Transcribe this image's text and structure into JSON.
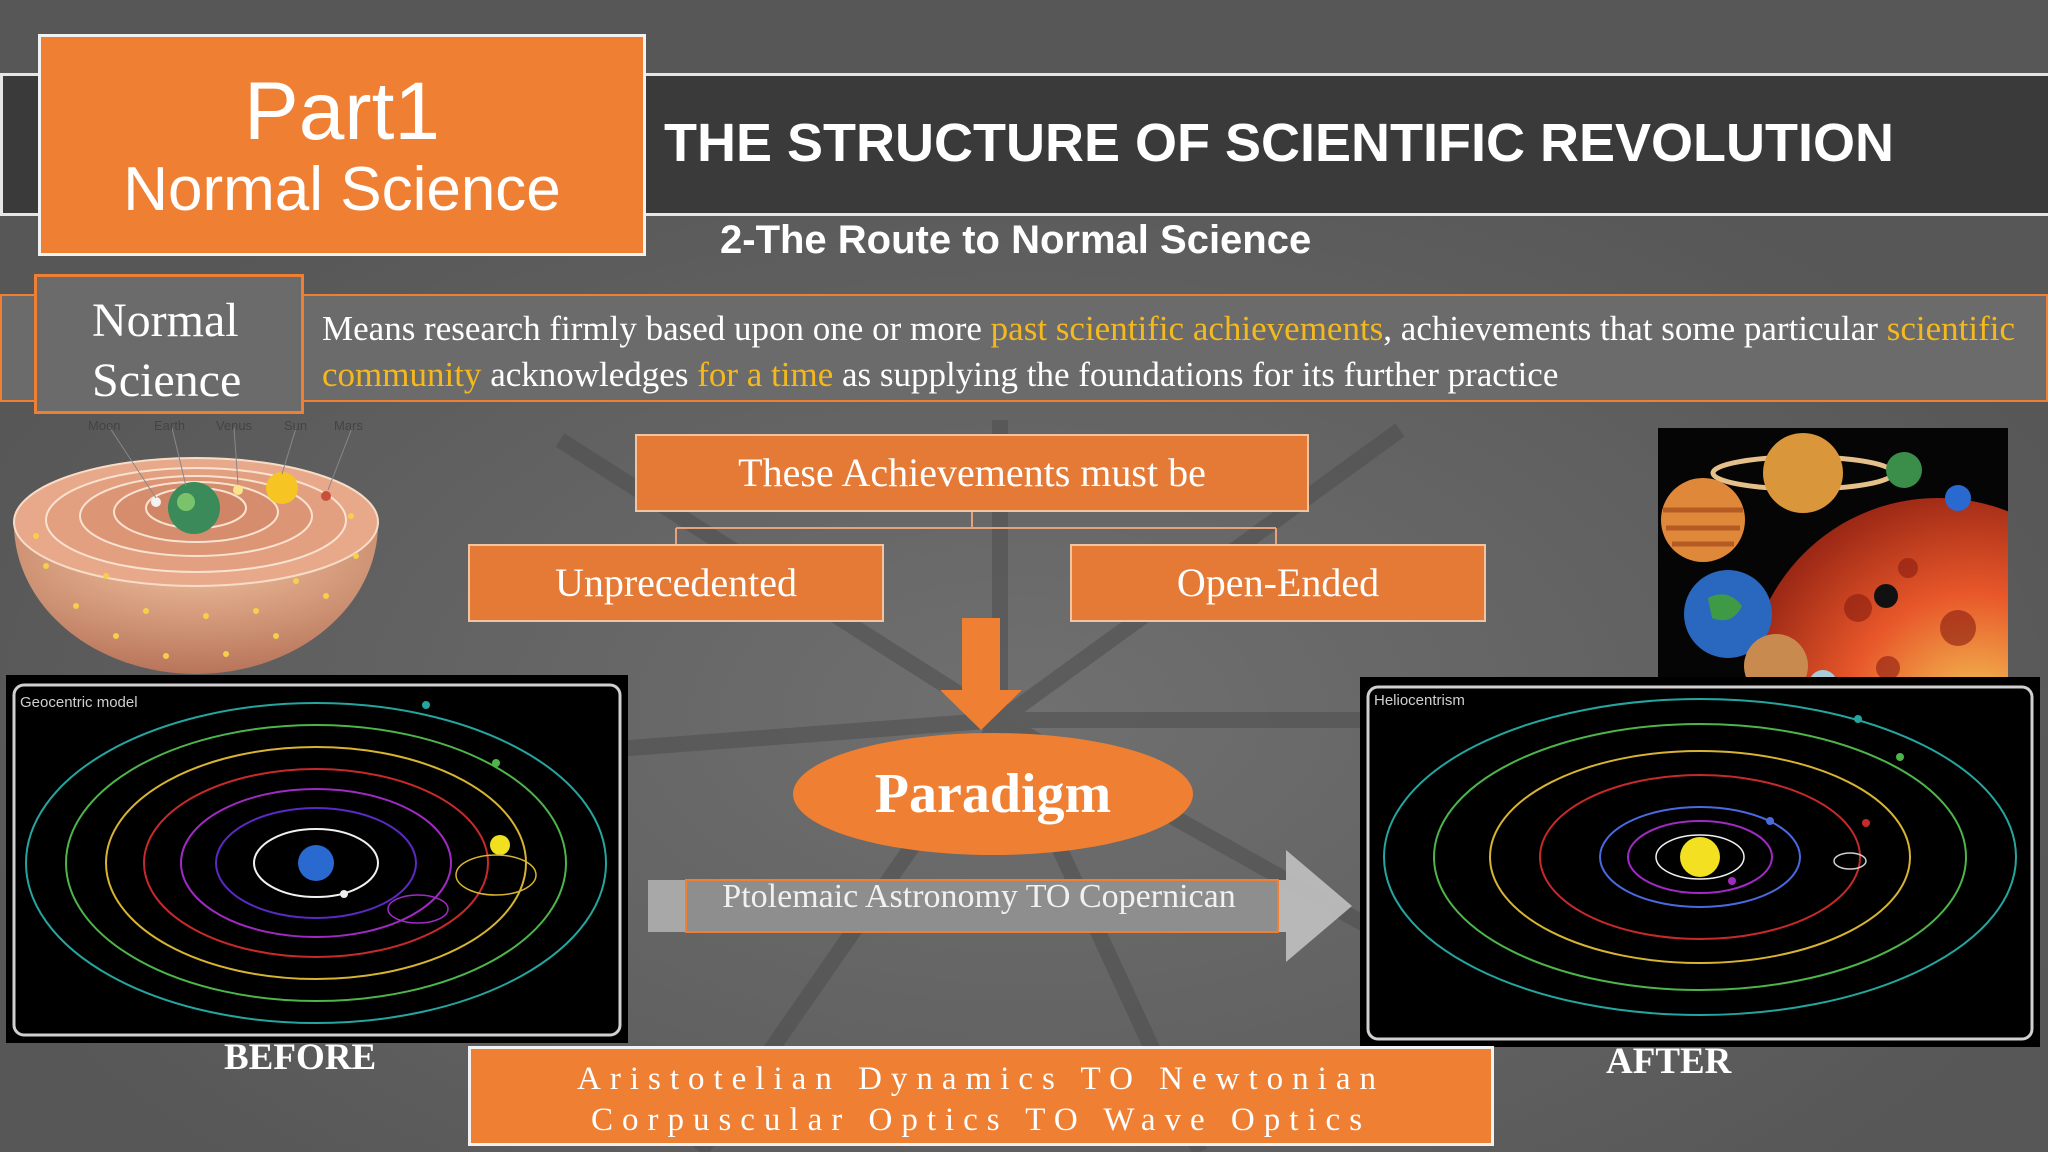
{
  "header": {
    "part_number": "Part1",
    "part_title": "Normal Science",
    "title": "THE STRUCTURE OF SCIENTIFIC REVOLUTION",
    "subtitle": "2-The Route to Normal Science"
  },
  "definition": {
    "term_line1": "Normal",
    "term_line2": "Science",
    "segments": [
      {
        "text": "Means research firmly based upon one or more ",
        "highlight": false
      },
      {
        "text": "past scientific achievements",
        "highlight": true
      },
      {
        "text": ", achievements that some particular ",
        "highlight": false
      },
      {
        "text": "scientific community",
        "highlight": true
      },
      {
        "text": " acknowledges ",
        "highlight": false
      },
      {
        "text": "for a time",
        "highlight": true
      },
      {
        "text": " as supplying the foundations for its further practice",
        "highlight": false
      }
    ]
  },
  "diagram": {
    "achievements": "These Achievements must be",
    "left_box": "Unprecedented",
    "right_box": "Open-Ended",
    "result": "Paradigm",
    "transition": "Ptolemaic Astronomy  TO  Copernican"
  },
  "examples": {
    "line1": "Aristotelian Dynamics TO Newtonian",
    "line2": "Corpuscular Optics TO Wave Optics"
  },
  "images": {
    "celestial_labels": [
      "Moon",
      "Earth",
      "Venus",
      "Sun",
      "Mars"
    ],
    "geocentric_label": "Geocentric model",
    "heliocentric_label": "Heliocentrism",
    "before_label": "BEFORE",
    "after_label": "AFTER"
  },
  "colors": {
    "accent_orange": "#ef7f33",
    "highlight_yellow": "#f5b91e",
    "title_bar": "#3a3a3a",
    "background": "#5b5b5b"
  }
}
